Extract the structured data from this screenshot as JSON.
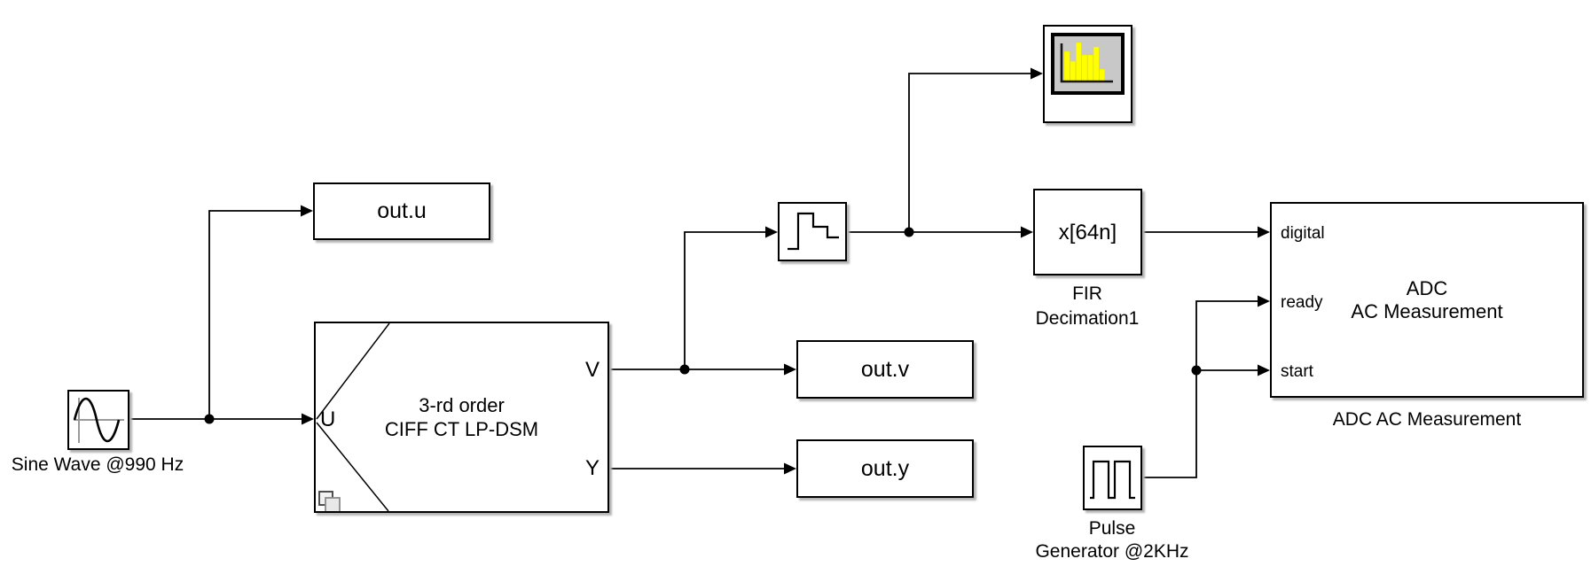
{
  "canvas": {
    "background": "#ffffff",
    "wire_color": "#000000"
  },
  "blocks": {
    "sine_wave": {
      "name": "Sine Wave @990 Hz"
    },
    "out_u": {
      "text": "out.u"
    },
    "dsm": {
      "title_line1": "3-rd order",
      "title_line2": "CIFF CT LP-DSM",
      "port_u": "U",
      "port_v": "V",
      "port_y": "Y"
    },
    "out_v": {
      "text": "out.v"
    },
    "out_y": {
      "text": "out.y"
    },
    "spectrum_scope": {
      "panel_color": "#c8c8c8",
      "bar_color": "#ffff00"
    },
    "fir_decimation": {
      "text": "x[64n]",
      "name_line1": "FIR",
      "name_line2": "Decimation1"
    },
    "adc": {
      "title_line1": "ADC",
      "title_line2": "AC Measurement",
      "port_digital": "digital",
      "port_ready": "ready",
      "port_start": "start",
      "name": "ADC AC Measurement"
    },
    "pulse_generator": {
      "name_line1": "Pulse",
      "name_line2": "Generator @2KHz"
    }
  }
}
